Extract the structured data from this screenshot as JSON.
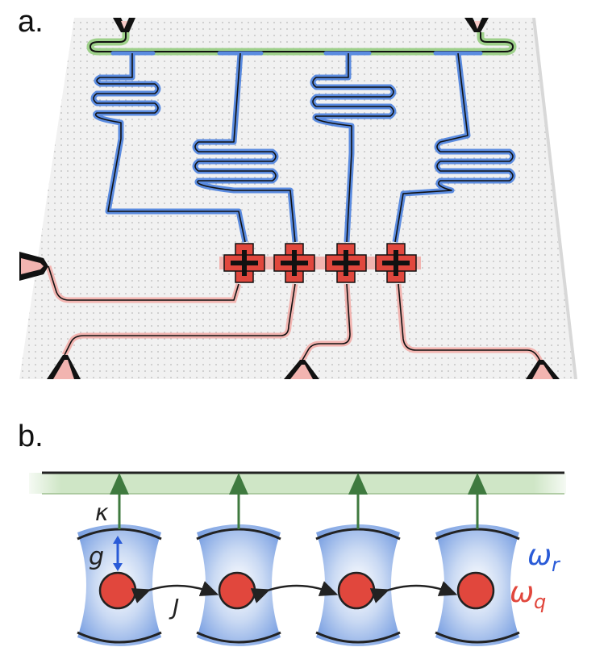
{
  "panel_a": {
    "label": "a."
  },
  "panel_b": {
    "label": "b.",
    "symbols": {
      "kappa": "κ",
      "g": "g",
      "J": "J",
      "omega_r": "ω",
      "omega_r_sub": "r",
      "omega_q": "ω",
      "omega_q_sub": "q"
    }
  },
  "colors": {
    "feedline": "#9ed08a",
    "feedline_dark": "#3f7a3f",
    "resonator": "#5a8be0",
    "resonator_fill": "#c9d9f3",
    "qubit": "#e1473d",
    "qubit_pad": "#f2b4b0",
    "omega_r_color": "#2a5bd7",
    "omega_q_color": "#e1473d",
    "arrow_g": "#2a5bd7",
    "arrow_kappa": "#3f7a3f"
  }
}
